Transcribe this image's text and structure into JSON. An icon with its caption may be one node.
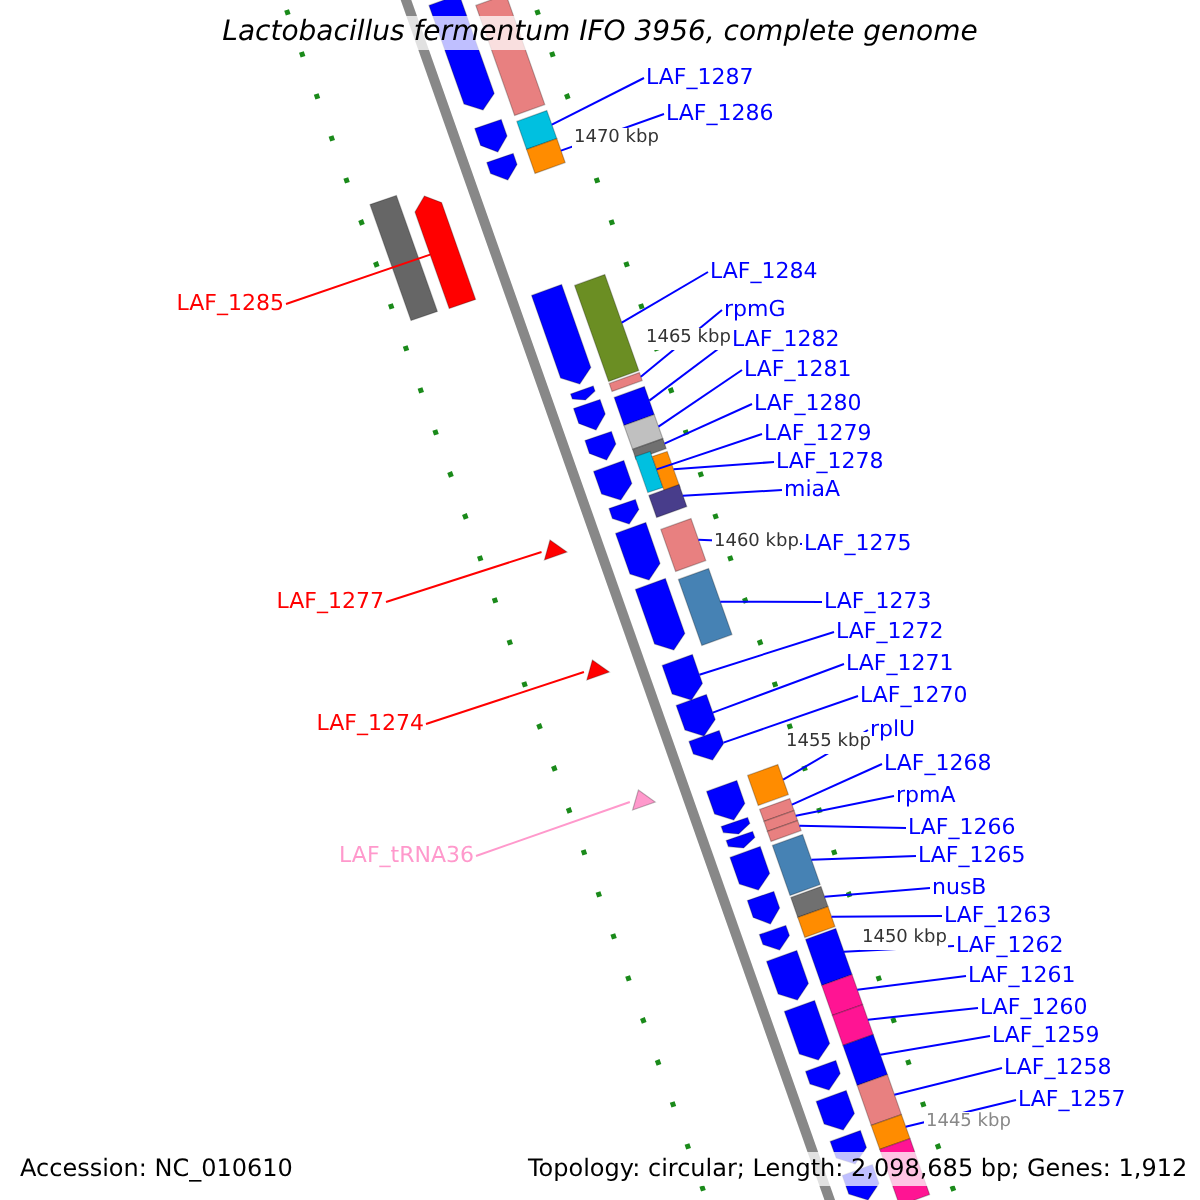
{
  "diagram": {
    "title": "Lactobacillus fermentum IFO 3956, complete genome",
    "nodes": [
      {
        "text": [
          "LAF_1287"
        ]
      },
      {
        "text": [],
        "shape": "bar"
      },
      {
        "text": [
          "LAF_1286"
        ]
      },
      {
        "text": [],
        "shape": "bar"
      },
      {
        "text": [
          "LAF_1284"
        ]
      },
      {
        "text": [],
        "shape": "bar"
      },
      {
        "text": [
          "LAF_1285"
        ]
      },
      {
        "text": [],
        "shape": "arrow"
      },
      {
        "text": [
          "rpmG"
        ]
      },
      {
        "text": [],
        "shape": "bar"
      },
      {
        "text": [
          "LAF_1282"
        ]
      },
      {
        "text": [],
        "shape": "bar"
      },
      {
        "text": [
          "LAF_1281"
        ]
      },
      {
        "text": [],
        "shape": "bar"
      },
      {
        "text": [
          "LAF_1280"
        ]
      },
      {
        "text": [],
        "shape": "bar"
      },
      {
        "text": [
          "LAF_1279"
        ]
      },
      {
        "text": [],
        "shape": "bar"
      },
      {
        "text": [
          "LAF_1278"
        ]
      },
      {
        "text": [],
        "shape": "bar"
      },
      {
        "text": [
          "miaA"
        ]
      },
      {
        "text": [],
        "shape": "bar"
      },
      {
        "text": [
          "LAF_1275"
        ]
      },
      {
        "text": [],
        "shape": "bar"
      },
      {
        "text": [
          "LAF_1273"
        ]
      },
      {
        "text": [],
        "shape": "bar"
      },
      {
        "text": [
          "LAF_1277"
        ]
      },
      {
        "text": [],
        "shape": "triangle"
      },
      {
        "text": [
          "LAF_1272"
        ]
      },
      {
        "text": [],
        "shape": "arrow"
      },
      {
        "text": [
          "LAF_1271"
        ]
      },
      {
        "text": [],
        "shape": "arrow"
      },
      {
        "text": [
          "LAF_1270"
        ]
      },
      {
        "text": [],
        "shape": "arrow"
      },
      {
        "text": [
          "LAF_1274"
        ]
      },
      {
        "text": [],
        "shape": "triangle"
      },
      {
        "text": [
          "rplU"
        ]
      },
      {
        "text": [],
        "shape": "bar"
      },
      {
        "text": [
          "LAF_1268"
        ]
      },
      {
        "text": [],
        "shape": "bar"
      },
      {
        "text": [
          "rpmA"
        ]
      },
      {
        "text": [],
        "shape": "bar"
      },
      {
        "text": [
          "LAF_1266"
        ]
      },
      {
        "text": [],
        "shape": "bar"
      },
      {
        "text": [
          "LAF_1265"
        ]
      },
      {
        "text": [],
        "shape": "bar"
      },
      {
        "text": [
          "LAF_tRNA36"
        ]
      },
      {
        "text": [],
        "shape": "triangle"
      },
      {
        "text": [
          "nusB"
        ]
      },
      {
        "text": [],
        "shape": "bar"
      },
      {
        "text": [
          "LAF_1263"
        ]
      },
      {
        "text": [],
        "shape": "bar"
      },
      {
        "text": [
          "LAF_1262"
        ]
      },
      {
        "text": [],
        "shape": "bar"
      },
      {
        "text": [
          "LAF_1261"
        ]
      },
      {
        "text": [],
        "shape": "bar"
      },
      {
        "text": [
          "LAF_1260"
        ]
      },
      {
        "text": [],
        "shape": "bar"
      },
      {
        "text": [
          "LAF_1259"
        ]
      },
      {
        "text": [],
        "shape": "bar"
      },
      {
        "text": [
          "LAF_1258"
        ]
      },
      {
        "text": [],
        "shape": "bar"
      },
      {
        "text": [
          "LAF_1257"
        ]
      },
      {
        "text": [],
        "shape": "bar"
      },
      {
        "text": [],
        "shape": "arrow"
      },
      {
        "text": [],
        "shape": "arrow"
      },
      {
        "text": [],
        "shape": "arrow"
      },
      {
        "text": [],
        "shape": "bar"
      },
      {
        "text": [],
        "shape": "bar"
      },
      {
        "text": [],
        "shape": "arrow"
      },
      {
        "text": [],
        "shape": "arrow"
      },
      {
        "text": [],
        "shape": "arrow"
      },
      {
        "text": [],
        "shape": "arrow"
      },
      {
        "text": [],
        "shape": "arrow"
      },
      {
        "text": [],
        "shape": "arrow"
      },
      {
        "text": [],
        "shape": "arrow"
      },
      {
        "text": [],
        "shape": "arrow"
      },
      {
        "text": [],
        "shape": "arrow"
      },
      {
        "text": [],
        "shape": "arrow"
      },
      {
        "text": [],
        "shape": "arrow"
      },
      {
        "text": [],
        "shape": "arrow"
      },
      {
        "text": [],
        "shape": "arrow"
      },
      {
        "text": [],
        "shape": "arrow"
      },
      {
        "text": [],
        "shape": "arrow"
      },
      {
        "text": [],
        "shape": "arrow"
      },
      {
        "text": [],
        "shape": "arrow"
      },
      {
        "text": [],
        "shape": "bar"
      },
      {
        "text": [],
        "shape": "arrow"
      },
      {
        "text": [],
        "shape": "arrow"
      },
      {
        "text": [],
        "shape": "arrow"
      }
    ],
    "edges": [
      {
        "from": 0,
        "to": 1,
        "arrow": "none"
      },
      {
        "from": 2,
        "to": 3,
        "arrow": "none"
      },
      {
        "from": 4,
        "to": 5,
        "arrow": "none"
      },
      {
        "from": 6,
        "to": 7,
        "arrow": "none",
        "color": "#ff0000"
      },
      {
        "from": 8,
        "to": 9,
        "arrow": "none"
      },
      {
        "from": 10,
        "to": 11,
        "arrow": "none"
      },
      {
        "from": 12,
        "to": 13,
        "arrow": "none"
      },
      {
        "from": 14,
        "to": 15,
        "arrow": "none"
      },
      {
        "from": 16,
        "to": 17,
        "arrow": "none"
      },
      {
        "from": 18,
        "to": 19,
        "arrow": "none"
      },
      {
        "from": 20,
        "to": 21,
        "arrow": "none"
      },
      {
        "from": 22,
        "to": 23,
        "arrow": "none"
      },
      {
        "from": 24,
        "to": 25,
        "arrow": "none"
      },
      {
        "from": 26,
        "to": 27,
        "arrow": "none",
        "color": "#ff0000"
      },
      {
        "from": 28,
        "to": 29,
        "arrow": "none"
      },
      {
        "from": 30,
        "to": 31,
        "arrow": "none"
      },
      {
        "from": 32,
        "to": 33,
        "arrow": "none"
      },
      {
        "from": 34,
        "to": 35,
        "arrow": "none",
        "color": "#ff0000"
      },
      {
        "from": 36,
        "to": 37,
        "arrow": "none"
      },
      {
        "from": 38,
        "to": 39,
        "arrow": "none"
      },
      {
        "from": 40,
        "to": 41,
        "arrow": "none"
      },
      {
        "from": 42,
        "to": 43,
        "arrow": "none"
      },
      {
        "from": 44,
        "to": 45,
        "arrow": "none"
      },
      {
        "from": 46,
        "to": 47,
        "arrow": "none",
        "color": "#ff99cc"
      },
      {
        "from": 48,
        "to": 49,
        "arrow": "none"
      },
      {
        "from": 50,
        "to": 51,
        "arrow": "none"
      },
      {
        "from": 52,
        "to": 53,
        "arrow": "none"
      },
      {
        "from": 54,
        "to": 55,
        "arrow": "none"
      },
      {
        "from": 56,
        "to": 57,
        "arrow": "none"
      },
      {
        "from": 58,
        "to": 59,
        "arrow": "none"
      },
      {
        "from": 60,
        "to": 61,
        "arrow": "none"
      },
      {
        "from": 62,
        "to": 63,
        "arrow": "none"
      }
    ],
    "labels": [
      "1470 kbp",
      "1465 kbp",
      "1460 kbp",
      "1455 kbp",
      "1450 kbp",
      "1445 kbp",
      "Accession: NC_010610",
      "Topology: circular; Length: 2,098,685 bp; Genes: 1,912"
    ]
  }
}
